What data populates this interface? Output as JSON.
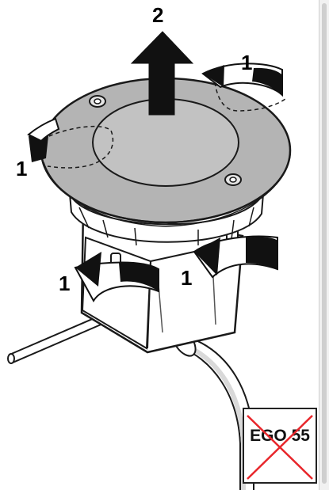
{
  "labels": {
    "step_lift": "2",
    "step_rotate_top_right": "1",
    "step_rotate_left": "1",
    "step_rotate_lower_left": "1",
    "step_rotate_lower_right": "1"
  },
  "badge": {
    "text": "EGO 55",
    "cross_color": "#e8262b"
  },
  "colors": {
    "outline": "#1a1a1a",
    "plate": "#b4b4b4",
    "arrow": "#111111"
  }
}
